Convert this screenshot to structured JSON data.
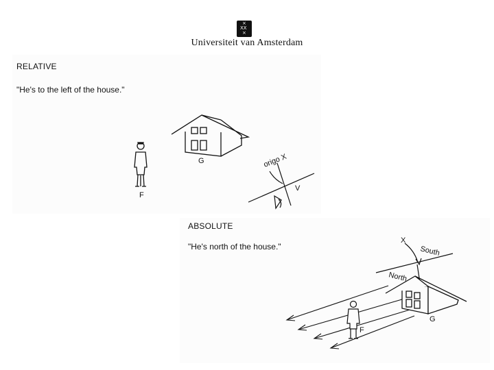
{
  "header": {
    "logo_glyphs": [
      "×",
      "XX",
      "×"
    ],
    "university": "Universiteit van Amsterdam"
  },
  "relative": {
    "heading": "RELATIVE",
    "quote": "\"He's to the left of the house.\"",
    "labels": {
      "figure": "F",
      "ground": "G",
      "origo": "origo X",
      "viewpoint": "V"
    }
  },
  "absolute": {
    "heading": "ABSOLUTE",
    "quote": "\"He's north of the house.\"",
    "labels": {
      "figure": "F",
      "ground": "G",
      "x": "X",
      "south": "South",
      "north": "North"
    }
  }
}
